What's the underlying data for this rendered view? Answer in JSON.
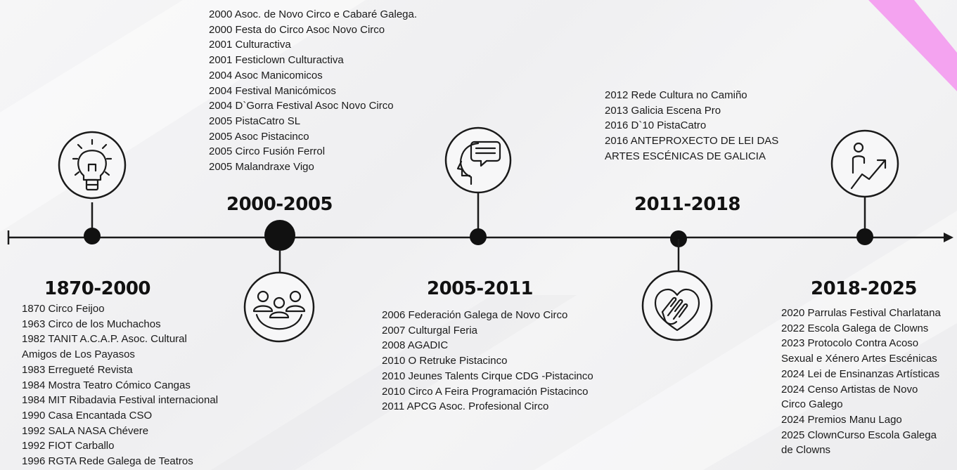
{
  "accent_color": "#f4a3f0",
  "line_color": "#1a1a1a",
  "periods": [
    {
      "label": "1870-2000",
      "icon": "lightbulb-icon",
      "items": [
        "1870 Circo Feijoo",
        "1963 Circo de los Muchachos",
        "1982 TANIT A.C.A.P. Asoc. Cultural",
        "Amigos de Los Payasos",
        "1983 Erregueté Revista",
        "1984 Mostra Teatro Cómico Cangas",
        "1984 MIT Ribadavia Festival internacional",
        "1990 Casa Encantada CSO",
        "1992 SALA NASA Chévere",
        "1992 FIOT Carballo",
        "1996 RGTA Rede Galega de Teatros"
      ]
    },
    {
      "label": "2000-2005",
      "icon": "community-icon",
      "items": [
        "2000 Asoc. de Novo Circo e Cabaré Galega.",
        "2000 Festa do Circo Asoc Novo Circo",
        "2001 Culturactiva",
        "2001 Festiclown Culturactiva",
        "2004 Asoc Manicomicos",
        "2004 Festival Manicómicos",
        "2004 D`Gorra Festival  Asoc Novo Circo",
        "2005 PistaCatro SL",
        "2005 Asoc Pistacinco",
        "2005 Circo Fusión Ferrol",
        "2005 Malandraxe Vigo"
      ]
    },
    {
      "label": "2005-2011",
      "icon": "head-speech-icon",
      "items": [
        "2006 Federación Galega de Novo Circo",
        "2007 Culturgal Feria",
        "2008 AGADIC",
        "2010 O Retruke Pistacinco",
        "2010 Jeunes Talents Cirque CDG -Pistacinco",
        "2010 Circo A Feira Programación Pistacinco",
        "2011 APCG Asoc. Profesional Circo"
      ]
    },
    {
      "label": "2011-2018",
      "icon": "heart-hand-icon",
      "items": [
        "2012 Rede Cultura no Camiño",
        "2013 Galicia Escena Pro",
        "2016 D`10 PistaCatro",
        "2016 ANTEPROXECTO DE LEI DAS",
        "ARTES ESCÉNICAS DE GALICIA"
      ]
    },
    {
      "label": "2018-2025",
      "icon": "person-growth-icon",
      "items": [
        "2020 Parrulas Festival Charlatana",
        "2022 Escola Galega de Clowns",
        "2023 Protocolo Contra Acoso",
        "Sexual e Xénero Artes Escénicas",
        "2024 Lei de Ensinanzas Artísticas",
        "2024 Censo Artistas de Novo",
        "Circo Galego",
        "2024 Premios Manu Lago",
        "2025 ClownCurso Escola Galega",
        "de Clowns"
      ]
    }
  ]
}
